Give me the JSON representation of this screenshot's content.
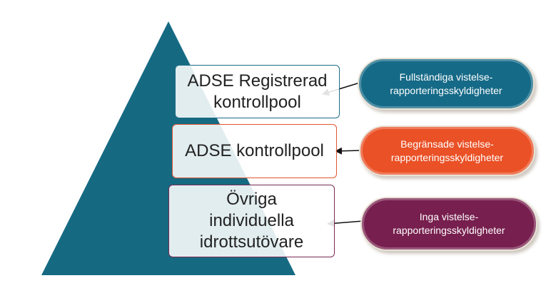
{
  "levels": [
    {
      "label_lines": [
        "ADSE Registrerad",
        "kontrollpool"
      ],
      "border_color": "#1e6b86"
    },
    {
      "label_lines": [
        "ADSE kontrollpool"
      ],
      "border_color": "#e0562f"
    },
    {
      "label_lines": [
        "Övriga",
        "individuella",
        "idrottsutövare"
      ],
      "border_color": "#7a2a52"
    }
  ],
  "obligations": [
    {
      "label_lines": [
        "Fullständiga vistelse-",
        "rapporteringsskyldigheter"
      ],
      "color": "#156a87"
    },
    {
      "label_lines": [
        "Begränsade vistelse-",
        "rapporteringsskyldigheter"
      ],
      "color": "#ea5126"
    },
    {
      "label_lines": [
        "Inga vistelse-",
        "rapporteringsskyldigheter"
      ],
      "color": "#771f4e"
    }
  ],
  "pyramid_color": "#156a82",
  "arrow_color": "#111111"
}
